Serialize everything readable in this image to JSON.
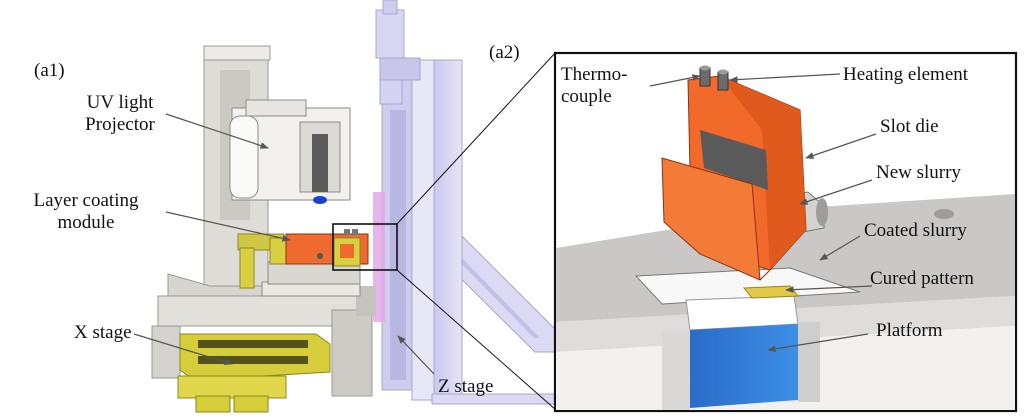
{
  "panels": {
    "a1": "(a1)",
    "a2": "(a2)"
  },
  "labels_a1": {
    "uv_line1": "UV light",
    "uv_line2": "Projector",
    "coat_line1": "Layer coating",
    "coat_line2": "module",
    "x_stage": "X stage",
    "z_stage": "Z stage"
  },
  "labels_a2": {
    "thermo_line1": "Thermo-",
    "thermo_line2": "couple",
    "heating": "Heating element",
    "slot_die": "Slot die",
    "new_slurry": "New slurry",
    "coated_slurry": "Coated slurry",
    "cured_pattern": "Cured pattern",
    "platform": "Platform"
  },
  "colors": {
    "frame_gray": "#d9d7d2",
    "z_column": "#d6d4f0",
    "coating_module_yellow": "#d8d040",
    "slot_die_orange": "#f26a2a",
    "platform_blue": "#2f7fd8",
    "cured_pattern_yellow": "#e0c040"
  }
}
